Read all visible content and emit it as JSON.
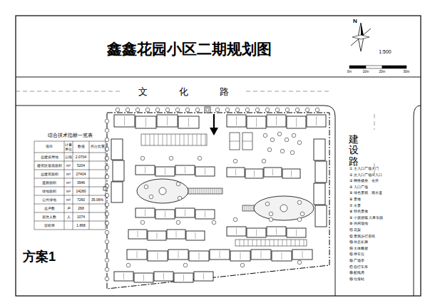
{
  "diagram": {
    "title": "鑫鑫花园小区二期规划图",
    "labels": [
      "文化路",
      "建设路",
      "方案1",
      "N",
      "1:500",
      "0m",
      "10m",
      "20m",
      "30m",
      "综合技术指标一览表",
      "项目",
      "计量单位",
      "数值",
      "所占比重",
      "总建设用地",
      "公顷",
      "2.0704",
      "建筑区基底面积",
      "m²",
      "5204",
      "总建筑面积",
      "m²",
      "27404",
      "道路面积",
      "m²",
      "3946",
      "绿地面积",
      "m²",
      "14280",
      "公共绿地",
      "m²",
      "7260",
      "35.06%",
      "总户数",
      "户",
      "268",
      "居住人数",
      "人",
      "1074",
      "容积率",
      "1.868",
      "① 主入口广场大门",
      "② 次入口广场出入口",
      "③ 网络健身、会所",
      "④ 入口广场",
      "⑤ 绿色景观、观水道",
      "⑥ 景墙",
      "⑦ 水景",
      "⑧ 特色景墙",
      "⑨ 小孩游戏 儿童乐园",
      "⑩ 休闲场地",
      "⑪ 花架",
      "⑫ 景观步行系统",
      "⑬ 休息长廊",
      "⑭ 主体雕塑",
      "⑮ 停车位",
      "⑯ 广场亭",
      "⑰ 自行车库",
      "⑱ 配电房",
      "⑲ 垃圾站"
    ]
  }
}
